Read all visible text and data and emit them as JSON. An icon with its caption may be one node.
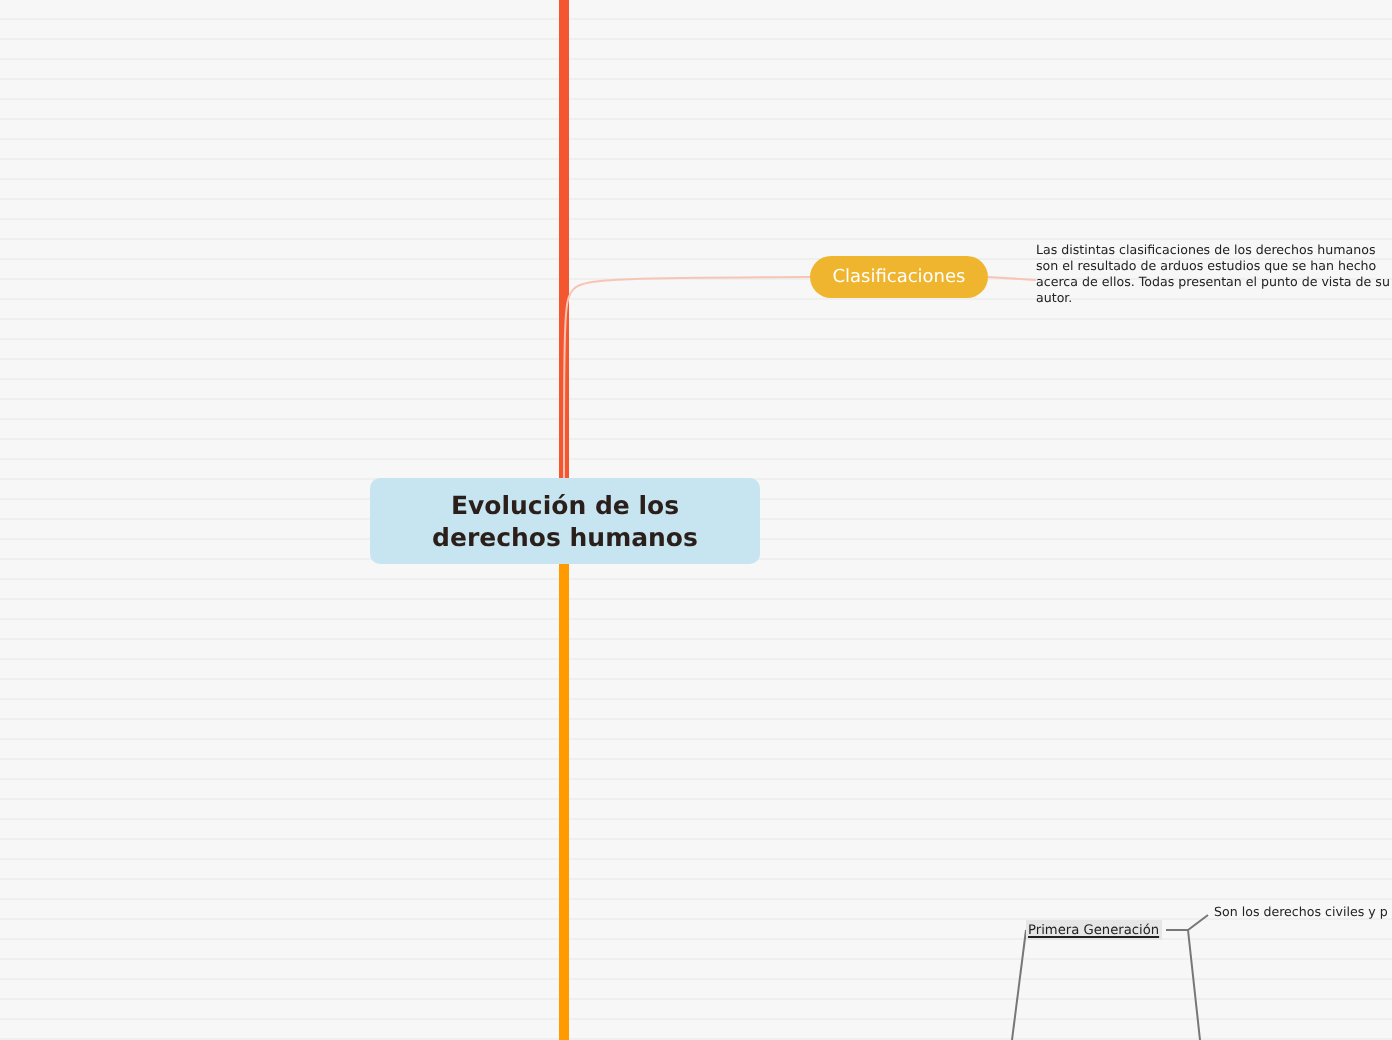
{
  "diagram": {
    "nodes": [
      {
        "text": [
          "Evolución de los derechos humanos"
        ]
      },
      {
        "text": [
          "Clasificaciones"
        ]
      },
      {
        "text": [
          "Las distintas clasificaciones de los derechos humanos son el resultado de arduos estudios que se han hecho acerca de ellos. Todas presentan el punto de vista de su autor."
        ]
      },
      {
        "text": [
          "Primera Generación"
        ]
      },
      {
        "text": [
          "Son los derechos civiles y p"
        ]
      }
    ],
    "edges": [
      {
        "from": 0,
        "to": null,
        "arrow": "none",
        "style": "thick",
        "color": "#f4572f"
      },
      {
        "from": 0,
        "to": null,
        "arrow": "none",
        "style": "thick",
        "color": "#ff9a00"
      },
      {
        "from": 0,
        "to": 1,
        "arrow": "none",
        "color": "#f8c4b4"
      },
      {
        "from": 1,
        "to": 2,
        "arrow": "none",
        "color": "#f8c4b4"
      },
      {
        "from": null,
        "to": 3,
        "arrow": "none"
      },
      {
        "from": 3,
        "to": 4,
        "arrow": "none"
      },
      {
        "from": 3,
        "to": null,
        "arrow": "none"
      }
    ]
  }
}
